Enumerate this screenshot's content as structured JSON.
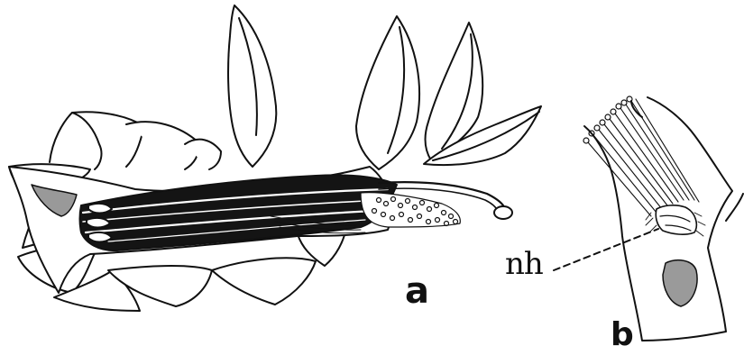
{
  "figure": {
    "labels": {
      "a": "a",
      "b": "b",
      "nectary": "nh"
    },
    "colors": {
      "ink": "#111111",
      "paper": "#ffffff"
    }
  }
}
